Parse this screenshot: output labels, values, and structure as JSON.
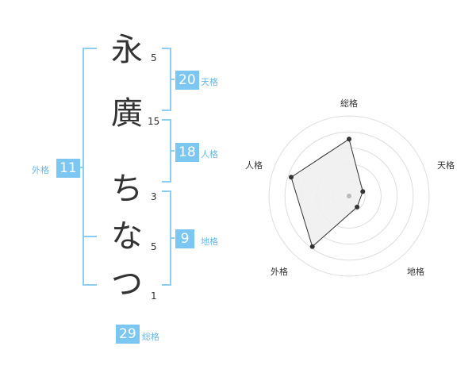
{
  "name": {
    "chars": [
      {
        "char": "永",
        "strokes": "5"
      },
      {
        "char": "廣",
        "strokes": "15"
      },
      {
        "char": "ち",
        "strokes": "3"
      },
      {
        "char": "な",
        "strokes": "5"
      },
      {
        "char": "つ",
        "strokes": "1"
      }
    ]
  },
  "kaku": {
    "ten": {
      "value": "20",
      "label": "天格"
    },
    "jin": {
      "value": "18",
      "label": "人格"
    },
    "chi": {
      "value": "9",
      "label": "地格"
    },
    "gai": {
      "value": "11",
      "label": "外格"
    },
    "sou": {
      "value": "29",
      "label": "総格"
    }
  },
  "chart_data": {
    "type": "radar",
    "axes": [
      "総格",
      "天格",
      "地格",
      "外格",
      "人格"
    ],
    "values": [
      0.71,
      0.18,
      0.17,
      0.78,
      0.76
    ],
    "range": [
      0,
      1
    ],
    "rings": 5,
    "colors": {
      "fill": "#f0f0f0",
      "line": "#333333",
      "ring": "#dddddd",
      "center": "#bbbbbb"
    }
  }
}
